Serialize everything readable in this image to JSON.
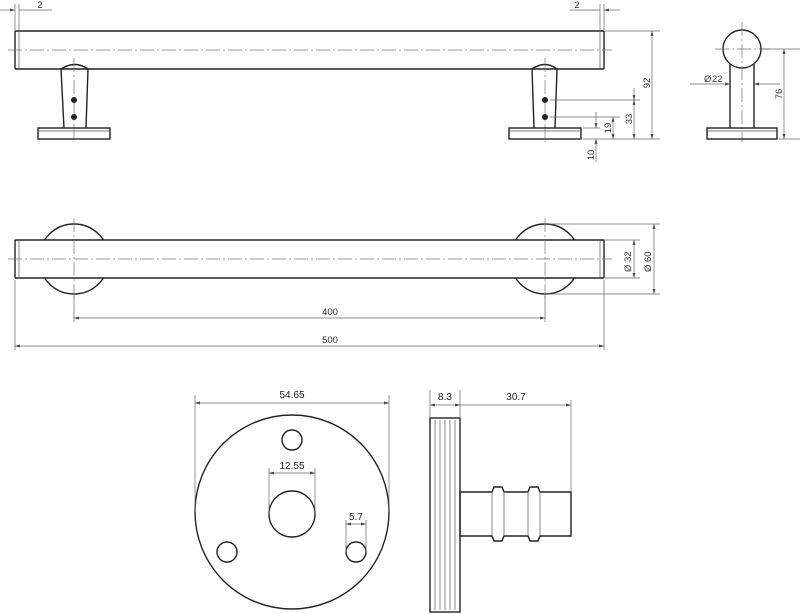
{
  "dimensions": {
    "end_gap_left": "2",
    "end_gap_right": "2",
    "height_92": "92",
    "height_33": "33",
    "height_19": "19",
    "height_10": "10",
    "dia_22": "22",
    "height_76": "76",
    "dia_32": "32",
    "dia_60": "60",
    "center_distance": "400",
    "overall_length": "500",
    "flange_diameter": "54.65",
    "center_hole": "12.55",
    "screw_hole": "5.7",
    "flange_thickness": "8.3",
    "post_length": "30.7"
  },
  "symbols": {
    "diameter": "Ø"
  }
}
